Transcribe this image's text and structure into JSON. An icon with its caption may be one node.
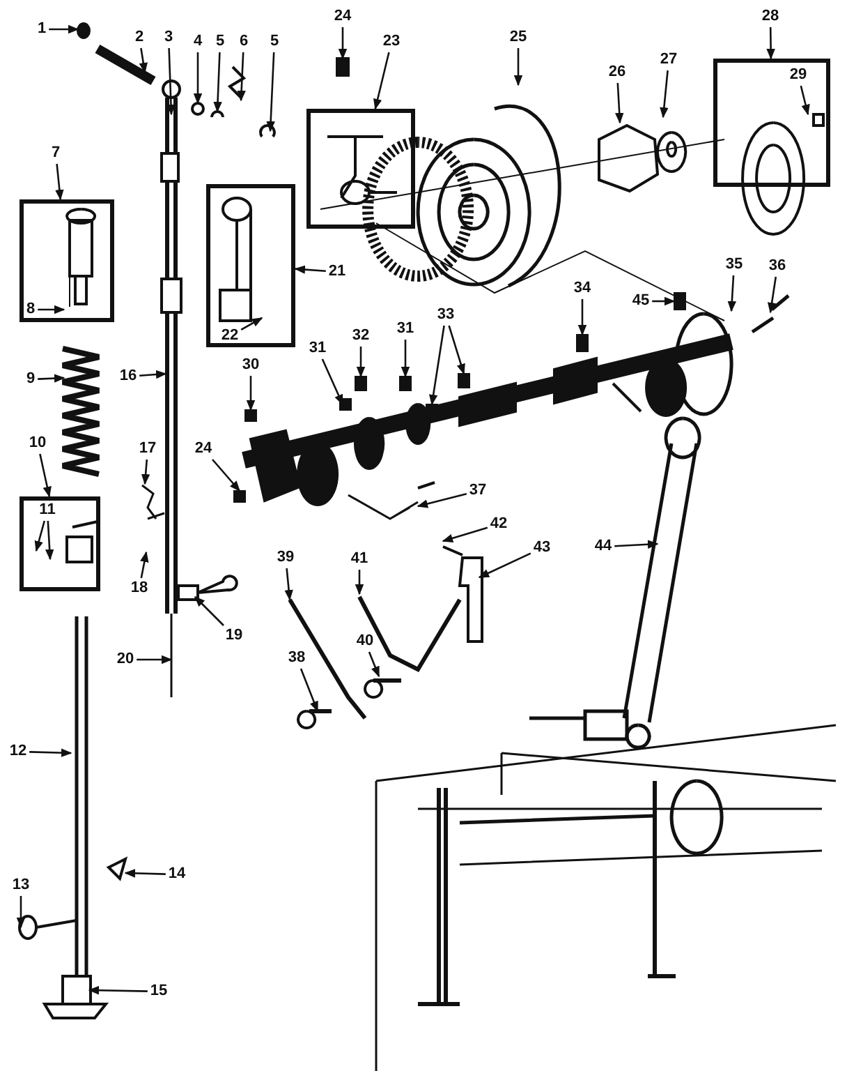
{
  "diagram": {
    "nodes": [
      {
        "text": [
          "1"
        ]
      },
      {
        "text": [
          "2"
        ]
      },
      {
        "text": [
          "3"
        ]
      },
      {
        "text": [
          "4"
        ]
      },
      {
        "text": [
          "5"
        ]
      },
      {
        "text": [
          "6"
        ]
      },
      {
        "text": [
          "5"
        ]
      },
      {
        "text": [
          "24"
        ]
      },
      {
        "text": [
          "23"
        ]
      },
      {
        "text": [
          "25"
        ]
      },
      {
        "text": [
          "26"
        ]
      },
      {
        "text": [
          "27"
        ]
      },
      {
        "text": [
          "28"
        ]
      },
      {
        "text": [],
        "shape": "box"
      },
      {
        "text": [
          "29"
        ],
        "in": 13
      },
      {
        "text": [],
        "shape": "box"
      },
      {
        "text": [
          "7"
        ]
      },
      {
        "text": [],
        "shape": "box"
      },
      {
        "text": [
          "8"
        ],
        "in": 17
      },
      {
        "text": [],
        "shape": "box"
      },
      {
        "text": [
          "21"
        ]
      },
      {
        "text": [
          "22"
        ],
        "in": 19
      },
      {
        "text": [
          "9"
        ]
      },
      {
        "text": [
          "16"
        ]
      },
      {
        "text": [
          "10"
        ]
      },
      {
        "text": [],
        "shape": "box"
      },
      {
        "text": [
          "11"
        ],
        "in": 25
      },
      {
        "text": [
          "17"
        ]
      },
      {
        "text": [
          "18"
        ]
      },
      {
        "text": [
          "19"
        ]
      },
      {
        "text": [
          "20"
        ]
      },
      {
        "text": [
          "12"
        ]
      },
      {
        "text": [
          "13"
        ]
      },
      {
        "text": [
          "14"
        ]
      },
      {
        "text": [
          "15"
        ]
      },
      {
        "text": [
          "30"
        ]
      },
      {
        "text": [
          "24"
        ]
      },
      {
        "text": [
          "31"
        ]
      },
      {
        "text": [
          "32"
        ]
      },
      {
        "text": [
          "31"
        ]
      },
      {
        "text": [
          "33"
        ]
      },
      {
        "text": [
          "34"
        ]
      },
      {
        "text": [
          "45"
        ]
      },
      {
        "text": [
          "35"
        ]
      },
      {
        "text": [
          "36"
        ]
      },
      {
        "text": [
          "37"
        ]
      },
      {
        "text": [
          "42"
        ]
      },
      {
        "text": [
          "43"
        ]
      },
      {
        "text": [
          "44"
        ]
      },
      {
        "text": [
          "39"
        ]
      },
      {
        "text": [
          "41"
        ]
      },
      {
        "text": [
          "40"
        ]
      },
      {
        "text": [
          "38"
        ]
      }
    ],
    "edges": [
      {
        "from": 0,
        "to": null,
        "arrow": "to"
      },
      {
        "from": 1,
        "to": null,
        "arrow": "to"
      },
      {
        "from": 2,
        "to": null,
        "arrow": "to"
      },
      {
        "from": 3,
        "to": null,
        "arrow": "to"
      },
      {
        "from": 4,
        "to": null,
        "arrow": "to"
      },
      {
        "from": 5,
        "to": null,
        "arrow": "to"
      },
      {
        "from": 6,
        "to": null,
        "arrow": "to"
      },
      {
        "from": 7,
        "to": null,
        "arrow": "to"
      },
      {
        "from": 8,
        "to": 15,
        "arrow": "to"
      },
      {
        "from": 9,
        "to": null,
        "arrow": "to"
      },
      {
        "from": 10,
        "to": null,
        "arrow": "to"
      },
      {
        "from": 11,
        "to": null,
        "arrow": "to"
      },
      {
        "from": 12,
        "to": 13,
        "arrow": "to"
      },
      {
        "from": 14,
        "to": null,
        "arrow": "to"
      },
      {
        "from": 16,
        "to": 17,
        "arrow": "to"
      },
      {
        "from": 18,
        "to": null,
        "arrow": "to"
      },
      {
        "from": 20,
        "to": 19,
        "arrow": "to"
      },
      {
        "from": 21,
        "to": null,
        "arrow": "to"
      },
      {
        "from": 22,
        "to": null,
        "arrow": "to"
      },
      {
        "from": 23,
        "to": null,
        "arrow": "to"
      },
      {
        "from": 24,
        "to": 25,
        "arrow": "to"
      },
      {
        "from": 26,
        "to": null,
        "arrow": "to"
      },
      {
        "from": 26,
        "to": null,
        "arrow": "to"
      },
      {
        "from": 27,
        "to": null,
        "arrow": "to"
      },
      {
        "from": 28,
        "to": null,
        "arrow": "to"
      },
      {
        "from": 29,
        "to": null,
        "arrow": "to"
      },
      {
        "from": 30,
        "to": null,
        "arrow": "to"
      },
      {
        "from": 31,
        "to": null,
        "arrow": "to"
      },
      {
        "from": 32,
        "to": null,
        "arrow": "to"
      },
      {
        "from": 33,
        "to": null,
        "arrow": "to"
      },
      {
        "from": 34,
        "to": null,
        "arrow": "to"
      },
      {
        "from": 35,
        "to": null,
        "arrow": "to"
      },
      {
        "from": 36,
        "to": null,
        "arrow": "to"
      },
      {
        "from": 37,
        "to": null,
        "arrow": "to"
      },
      {
        "from": 38,
        "to": null,
        "arrow": "to"
      },
      {
        "from": 39,
        "to": null,
        "arrow": "to"
      },
      {
        "from": 40,
        "to": null,
        "arrow": "to"
      },
      {
        "from": 40,
        "to": null,
        "arrow": "to"
      },
      {
        "from": 41,
        "to": null,
        "arrow": "to"
      },
      {
        "from": 42,
        "to": null,
        "arrow": "to"
      },
      {
        "from": 43,
        "to": null,
        "arrow": "to"
      },
      {
        "from": 44,
        "to": null,
        "arrow": "to"
      },
      {
        "from": 45,
        "to": null,
        "arrow": "to"
      },
      {
        "from": 46,
        "to": null,
        "arrow": "to"
      },
      {
        "from": 47,
        "to": null,
        "arrow": "to"
      },
      {
        "from": 48,
        "to": null,
        "arrow": "to"
      },
      {
        "from": 49,
        "to": null,
        "arrow": "to"
      },
      {
        "from": 50,
        "to": null,
        "arrow": "to"
      },
      {
        "from": 51,
        "to": null,
        "arrow": "to"
      },
      {
        "from": 52,
        "to": null,
        "arrow": "to"
      }
    ]
  }
}
